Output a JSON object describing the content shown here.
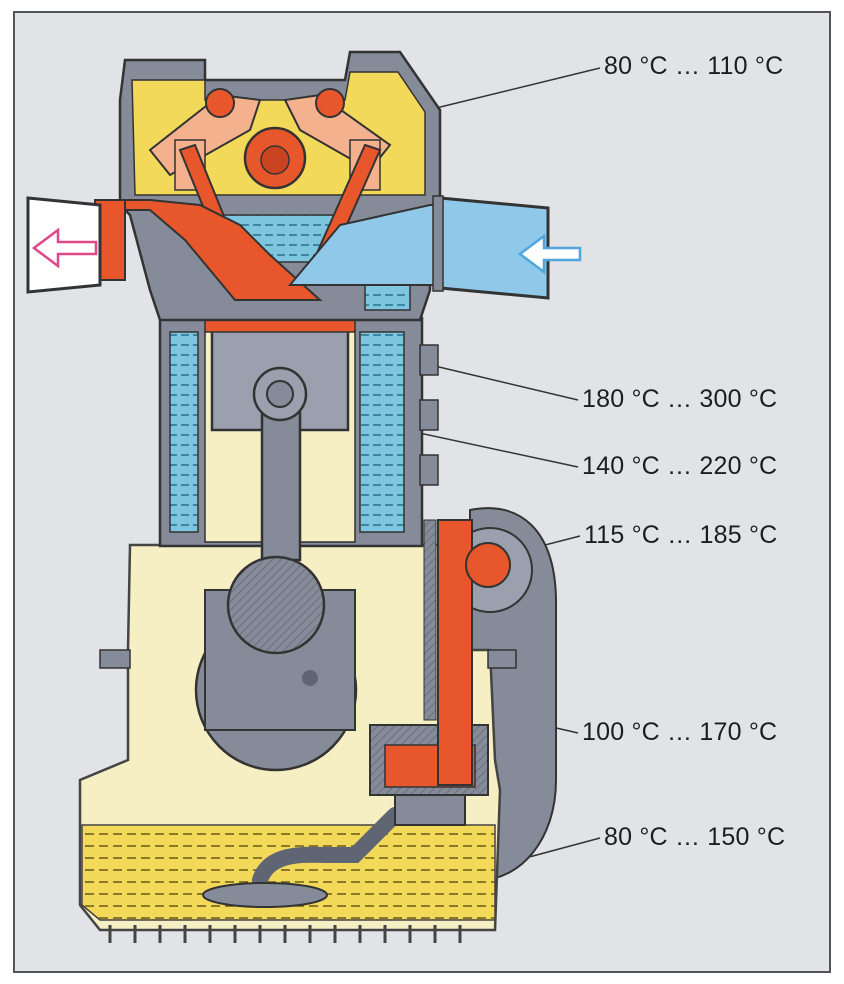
{
  "labels": [
    {
      "id": "valve-gear",
      "text": "80 °C … 110 °C"
    },
    {
      "id": "piston-top",
      "text": "180 °C … 300 °C"
    },
    {
      "id": "piston-pin",
      "text": "140 °C … 220 °C"
    },
    {
      "id": "camshaft-drive",
      "text": "115 °C … 185 °C"
    },
    {
      "id": "crankshaft-bearing",
      "text": "100 °C … 170 °C"
    },
    {
      "id": "oil-sump",
      "text": "80 °C … 150 °C"
    }
  ],
  "colors": {
    "background": "#e2e3e6",
    "metal": "#858b98",
    "metal_dark": "#5f6572",
    "coolant": "#7ec6df",
    "hot": "#e8572c",
    "warm": "#f3b18e",
    "oil_dark": "#f3d95a",
    "oil_light": "#f6efc4",
    "intake_air": "#8fc8e8",
    "exhaust_arrow": "#e0478a",
    "intake_arrow": "#4fa6db"
  }
}
